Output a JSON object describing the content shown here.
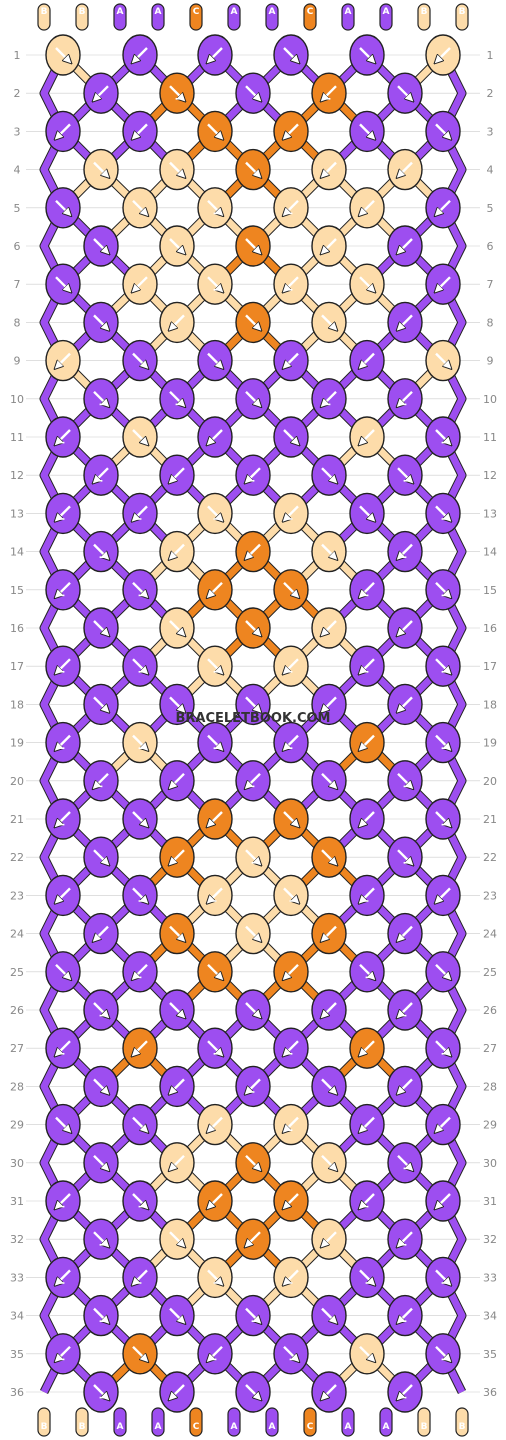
{
  "colors": {
    "A": "#9d4ef0",
    "B": "#fddcaa",
    "C": "#ee8520",
    "outline": "#222222",
    "grid": "#cccccc"
  },
  "strands": {
    "top": [
      "B",
      "B",
      "A",
      "A",
      "C",
      "A",
      "A",
      "C",
      "A",
      "A",
      "B",
      "B"
    ],
    "bottom": [
      "B",
      "B",
      "A",
      "A",
      "C",
      "A",
      "A",
      "C",
      "A",
      "A",
      "B",
      "B"
    ]
  },
  "watermark": "BRACELETBOOK.COM",
  "row_count": 36,
  "rows": [
    {
      "n": 1,
      "knots": [
        {
          "c": "B",
          "d": "f"
        },
        {
          "c": "A",
          "d": "b"
        },
        {
          "c": "A",
          "d": "b"
        },
        {
          "c": "A",
          "d": "f"
        },
        {
          "c": "A",
          "d": "f"
        },
        {
          "c": "B",
          "d": "b"
        }
      ]
    },
    {
      "n": 2,
      "knots": [
        {
          "c": "A",
          "d": "b"
        },
        {
          "c": "C",
          "d": "fb"
        },
        {
          "c": "A",
          "d": "f"
        },
        {
          "c": "C",
          "d": "bf"
        },
        {
          "c": "A",
          "d": "f"
        }
      ]
    },
    {
      "n": 3,
      "knots": [
        {
          "c": "A",
          "d": "b"
        },
        {
          "c": "A",
          "d": "b"
        },
        {
          "c": "C",
          "d": "f"
        },
        {
          "c": "C",
          "d": "b"
        },
        {
          "c": "A",
          "d": "f"
        },
        {
          "c": "A",
          "d": "f"
        }
      ]
    },
    {
      "n": 4,
      "knots": [
        {
          "c": "B",
          "d": "f"
        },
        {
          "c": "B",
          "d": "f"
        },
        {
          "c": "C",
          "d": "f"
        },
        {
          "c": "B",
          "d": "b"
        },
        {
          "c": "B",
          "d": "b"
        }
      ]
    },
    {
      "n": 5,
      "knots": [
        {
          "c": "A",
          "d": "f"
        },
        {
          "c": "B",
          "d": "f"
        },
        {
          "c": "B",
          "d": "fb"
        },
        {
          "c": "B",
          "d": "bf"
        },
        {
          "c": "B",
          "d": "b"
        },
        {
          "c": "A",
          "d": "b"
        }
      ]
    },
    {
      "n": 6,
      "knots": [
        {
          "c": "A",
          "d": "f"
        },
        {
          "c": "B",
          "d": "f"
        },
        {
          "c": "C",
          "d": "f"
        },
        {
          "c": "B",
          "d": "b"
        },
        {
          "c": "A",
          "d": "b"
        }
      ]
    },
    {
      "n": 7,
      "knots": [
        {
          "c": "A",
          "d": "f"
        },
        {
          "c": "B",
          "d": "b"
        },
        {
          "c": "B",
          "d": "fb"
        },
        {
          "c": "B",
          "d": "bf"
        },
        {
          "c": "B",
          "d": "f"
        },
        {
          "c": "A",
          "d": "b"
        }
      ]
    },
    {
      "n": 8,
      "knots": [
        {
          "c": "A",
          "d": "f"
        },
        {
          "c": "B",
          "d": "b"
        },
        {
          "c": "C",
          "d": "f"
        },
        {
          "c": "B",
          "d": "f"
        },
        {
          "c": "A",
          "d": "b"
        }
      ]
    },
    {
      "n": 9,
      "knots": [
        {
          "c": "B",
          "d": "b"
        },
        {
          "c": "A",
          "d": "f"
        },
        {
          "c": "A",
          "d": "f"
        },
        {
          "c": "A",
          "d": "b"
        },
        {
          "c": "A",
          "d": "b"
        },
        {
          "c": "B",
          "d": "f"
        }
      ]
    },
    {
      "n": 10,
      "knots": [
        {
          "c": "A",
          "d": "fb"
        },
        {
          "c": "A",
          "d": "fb"
        },
        {
          "c": "A",
          "d": "f"
        },
        {
          "c": "A",
          "d": "bf"
        },
        {
          "c": "A",
          "d": "bf"
        }
      ]
    },
    {
      "n": 11,
      "knots": [
        {
          "c": "A",
          "d": "bf"
        },
        {
          "c": "B",
          "d": "f"
        },
        {
          "c": "A",
          "d": "b"
        },
        {
          "c": "A",
          "d": "f"
        },
        {
          "c": "B",
          "d": "b"
        },
        {
          "c": "A",
          "d": "fb"
        }
      ]
    },
    {
      "n": 12,
      "knots": [
        {
          "c": "A",
          "d": "bf"
        },
        {
          "c": "A",
          "d": "b"
        },
        {
          "c": "A",
          "d": "bf"
        },
        {
          "c": "A",
          "d": "f"
        },
        {
          "c": "A",
          "d": "fb"
        }
      ]
    },
    {
      "n": 13,
      "knots": [
        {
          "c": "A",
          "d": "bf"
        },
        {
          "c": "A",
          "d": "bf"
        },
        {
          "c": "B",
          "d": "fb"
        },
        {
          "c": "B",
          "d": "bf"
        },
        {
          "c": "A",
          "d": "f"
        },
        {
          "c": "A",
          "d": "fb"
        }
      ]
    },
    {
      "n": 14,
      "knots": [
        {
          "c": "A",
          "d": "fb"
        },
        {
          "c": "B",
          "d": "b"
        },
        {
          "c": "C",
          "d": "b"
        },
        {
          "c": "B",
          "d": "f"
        },
        {
          "c": "A",
          "d": "bf"
        }
      ]
    },
    {
      "n": 15,
      "knots": [
        {
          "c": "A",
          "d": "bf"
        },
        {
          "c": "A",
          "d": "fb"
        },
        {
          "c": "C",
          "d": "b"
        },
        {
          "c": "C",
          "d": "f"
        },
        {
          "c": "A",
          "d": "bf"
        },
        {
          "c": "A",
          "d": "fb"
        }
      ]
    },
    {
      "n": 16,
      "knots": [
        {
          "c": "A",
          "d": "f"
        },
        {
          "c": "B",
          "d": "f"
        },
        {
          "c": "C",
          "d": "f"
        },
        {
          "c": "B",
          "d": "b"
        },
        {
          "c": "A",
          "d": "b"
        }
      ]
    },
    {
      "n": 17,
      "knots": [
        {
          "c": "A",
          "d": "bf"
        },
        {
          "c": "A",
          "d": "fb"
        },
        {
          "c": "B",
          "d": "fb"
        },
        {
          "c": "B",
          "d": "bf"
        },
        {
          "c": "A",
          "d": "bf"
        },
        {
          "c": "A",
          "d": "fb"
        }
      ]
    },
    {
      "n": 18,
      "knots": [
        {
          "c": "A",
          "d": "f"
        },
        {
          "c": "A",
          "d": "f"
        },
        {
          "c": "A",
          "d": "f"
        },
        {
          "c": "A",
          "d": "b"
        },
        {
          "c": "A",
          "d": "b"
        }
      ]
    },
    {
      "n": 19,
      "knots": [
        {
          "c": "A",
          "d": "bf"
        },
        {
          "c": "B",
          "d": "fb"
        },
        {
          "c": "A",
          "d": "fb"
        },
        {
          "c": "A",
          "d": "bf"
        },
        {
          "c": "C",
          "d": "b"
        },
        {
          "c": "A",
          "d": "fb"
        }
      ]
    },
    {
      "n": 20,
      "knots": [
        {
          "c": "A",
          "d": "bf"
        },
        {
          "c": "A",
          "d": "b"
        },
        {
          "c": "A",
          "d": "bf"
        },
        {
          "c": "A",
          "d": "f"
        },
        {
          "c": "A",
          "d": "fb"
        }
      ]
    },
    {
      "n": 21,
      "knots": [
        {
          "c": "A",
          "d": "bf"
        },
        {
          "c": "A",
          "d": "f"
        },
        {
          "c": "C",
          "d": "b"
        },
        {
          "c": "C",
          "d": "f"
        },
        {
          "c": "A",
          "d": "b"
        },
        {
          "c": "A",
          "d": "fb"
        }
      ]
    },
    {
      "n": 22,
      "knots": [
        {
          "c": "A",
          "d": "f"
        },
        {
          "c": "C",
          "d": "b"
        },
        {
          "c": "B",
          "d": "fb"
        },
        {
          "c": "C",
          "d": "f"
        },
        {
          "c": "A",
          "d": "fb"
        }
      ]
    },
    {
      "n": 23,
      "knots": [
        {
          "c": "A",
          "d": "b"
        },
        {
          "c": "A",
          "d": "fb"
        },
        {
          "c": "B",
          "d": "bf"
        },
        {
          "c": "B",
          "d": "fb"
        },
        {
          "c": "A",
          "d": "bf"
        },
        {
          "c": "A",
          "d": "b"
        }
      ]
    },
    {
      "n": 24,
      "knots": [
        {
          "c": "A",
          "d": "b"
        },
        {
          "c": "C",
          "d": "f"
        },
        {
          "c": "B",
          "d": "f"
        },
        {
          "c": "C",
          "d": "b"
        },
        {
          "c": "A",
          "d": "b"
        }
      ]
    },
    {
      "n": 25,
      "knots": [
        {
          "c": "A",
          "d": "f"
        },
        {
          "c": "A",
          "d": "bf"
        },
        {
          "c": "C",
          "d": "f"
        },
        {
          "c": "C",
          "d": "b"
        },
        {
          "c": "A",
          "d": "fb"
        },
        {
          "c": "A",
          "d": "f"
        }
      ]
    },
    {
      "n": 26,
      "knots": [
        {
          "c": "A",
          "d": "fb"
        },
        {
          "c": "A",
          "d": "f"
        },
        {
          "c": "A",
          "d": "f"
        },
        {
          "c": "A",
          "d": "b"
        },
        {
          "c": "A",
          "d": "bf"
        }
      ]
    },
    {
      "n": 27,
      "knots": [
        {
          "c": "A",
          "d": "bf"
        },
        {
          "c": "C",
          "d": "b"
        },
        {
          "c": "A",
          "d": "fb"
        },
        {
          "c": "A",
          "d": "bf"
        },
        {
          "c": "C",
          "d": "b"
        },
        {
          "c": "A",
          "d": "fb"
        }
      ]
    },
    {
      "n": 28,
      "knots": [
        {
          "c": "A",
          "d": "f"
        },
        {
          "c": "A",
          "d": "b"
        },
        {
          "c": "A",
          "d": "bf"
        },
        {
          "c": "A",
          "d": "f"
        },
        {
          "c": "A",
          "d": "b"
        }
      ]
    },
    {
      "n": 29,
      "knots": [
        {
          "c": "A",
          "d": "f"
        },
        {
          "c": "A",
          "d": "f"
        },
        {
          "c": "B",
          "d": "b"
        },
        {
          "c": "B",
          "d": "bf"
        },
        {
          "c": "A",
          "d": "b"
        },
        {
          "c": "A",
          "d": "b"
        }
      ]
    },
    {
      "n": 30,
      "knots": [
        {
          "c": "A",
          "d": "f"
        },
        {
          "c": "B",
          "d": "b"
        },
        {
          "c": "C",
          "d": "f"
        },
        {
          "c": "B",
          "d": "f"
        },
        {
          "c": "A",
          "d": "fb"
        }
      ]
    },
    {
      "n": 31,
      "knots": [
        {
          "c": "A",
          "d": "bf"
        },
        {
          "c": "A",
          "d": "fb"
        },
        {
          "c": "C",
          "d": "b"
        },
        {
          "c": "C",
          "d": "b"
        },
        {
          "c": "A",
          "d": "bf"
        },
        {
          "c": "A",
          "d": "b"
        }
      ]
    },
    {
      "n": 32,
      "knots": [
        {
          "c": "A",
          "d": "fb"
        },
        {
          "c": "B",
          "d": "f"
        },
        {
          "c": "C",
          "d": "b"
        },
        {
          "c": "B",
          "d": "b"
        },
        {
          "c": "A",
          "d": "bf"
        }
      ]
    },
    {
      "n": 33,
      "knots": [
        {
          "c": "A",
          "d": "bf"
        },
        {
          "c": "A",
          "d": "bf"
        },
        {
          "c": "B",
          "d": "fb"
        },
        {
          "c": "B",
          "d": "bf"
        },
        {
          "c": "A",
          "d": "fb"
        },
        {
          "c": "A",
          "d": "fb"
        }
      ]
    },
    {
      "n": 34,
      "knots": [
        {
          "c": "A",
          "d": "fb"
        },
        {
          "c": "A",
          "d": "f"
        },
        {
          "c": "A",
          "d": "fb"
        },
        {
          "c": "A",
          "d": "f"
        },
        {
          "c": "A",
          "d": "bf"
        }
      ]
    },
    {
      "n": 35,
      "knots": [
        {
          "c": "A",
          "d": "bf"
        },
        {
          "c": "C",
          "d": "f"
        },
        {
          "c": "A",
          "d": "bf"
        },
        {
          "c": "A",
          "d": "fb"
        },
        {
          "c": "B",
          "d": "f"
        },
        {
          "c": "A",
          "d": "fb"
        }
      ]
    },
    {
      "n": 36,
      "knots": [
        {
          "c": "A",
          "d": "fb"
        },
        {
          "c": "A",
          "d": "b"
        },
        {
          "c": "A",
          "d": "f"
        },
        {
          "c": "A",
          "d": "b"
        },
        {
          "c": "A",
          "d": "bf"
        }
      ]
    }
  ]
}
